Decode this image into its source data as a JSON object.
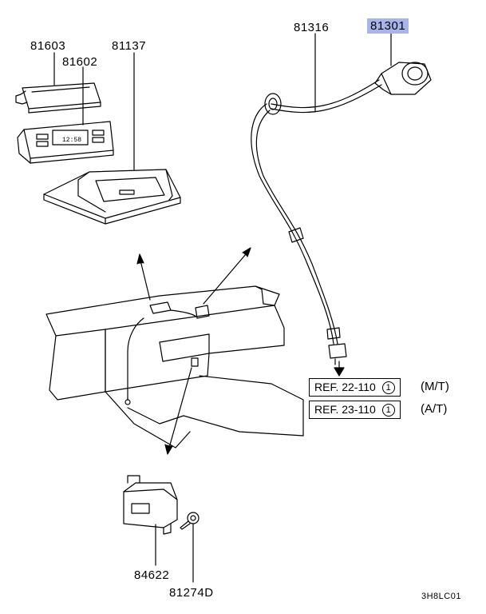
{
  "parts": {
    "p81603": "81603",
    "p81602": "81602",
    "p81137": "81137",
    "p81316": "81316",
    "p81301": "81301",
    "p84622": "84622",
    "p81274d": "81274D"
  },
  "refs": [
    {
      "text": "REF. 22-110",
      "num": "1",
      "suffix": "(M/T)"
    },
    {
      "text": "REF. 23-110",
      "num": "1",
      "suffix": "(A/T)"
    }
  ],
  "clock_display": "12:58",
  "diagram_code": "3H8LC01",
  "highlight_color": "#a9b5ea"
}
